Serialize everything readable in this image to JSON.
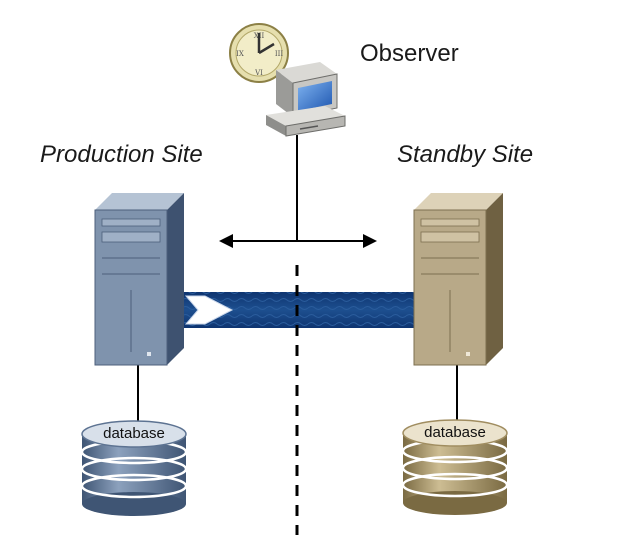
{
  "labels": {
    "observer": "Observer",
    "production_site": "Production Site",
    "standby_site": "Standby Site",
    "database_left": "database",
    "database_right": "database"
  },
  "icons": {
    "observer": "clock-computer-icon",
    "production_server": "server-tower-icon",
    "standby_server": "server-tower-icon",
    "production_db": "database-icon",
    "standby_db": "database-icon"
  },
  "colors": {
    "production_server": "#7f93ad",
    "standby_server": "#b8a988",
    "production_db": "#5d7392",
    "standby_db": "#a08d60",
    "replication_band": "#123e7a",
    "clock_face": "#e6dfae",
    "monitor_screen": "#2f6fc6"
  }
}
